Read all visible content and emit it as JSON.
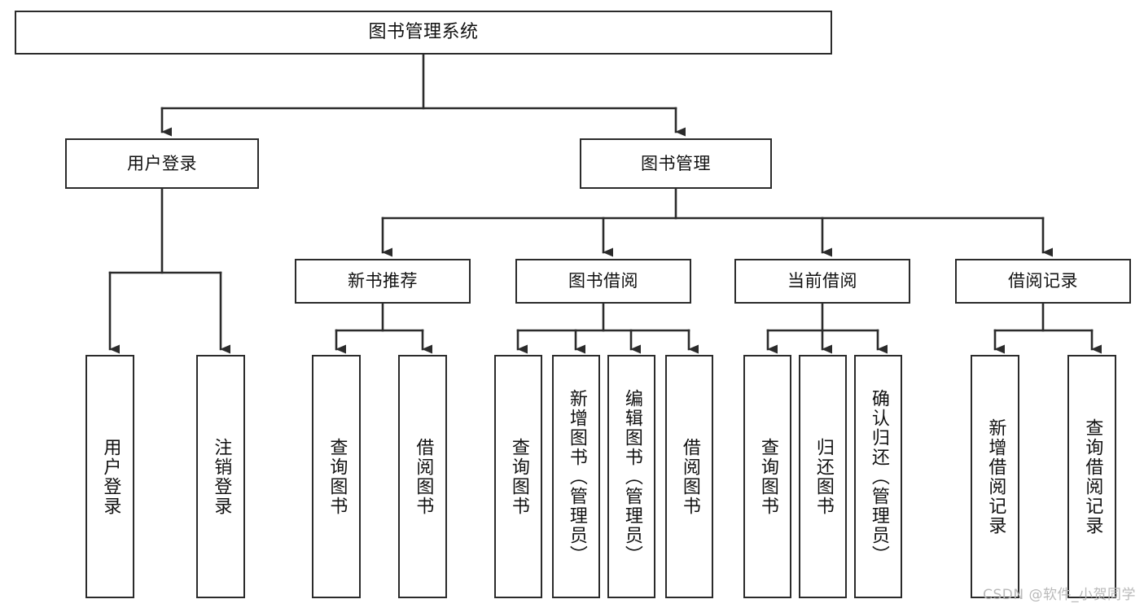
{
  "diagram": {
    "type": "tree",
    "title": "图书管理系统",
    "stroke_color": "#2b2b2b",
    "fill_color": "#ffffff",
    "text_color": "#111111"
  },
  "root": {
    "label": "图书管理系统"
  },
  "level1": [
    {
      "label": "用户登录"
    },
    {
      "label": "图书管理"
    }
  ],
  "level2": [
    {
      "label": "新书推荐"
    },
    {
      "label": "图书借阅"
    },
    {
      "label": "当前借阅"
    },
    {
      "label": "借阅记录"
    }
  ],
  "leaves": {
    "user_login": [
      {
        "label": "用户登录"
      },
      {
        "label": "注销登录"
      }
    ],
    "new_book": [
      {
        "label": "查询图书"
      },
      {
        "label": "借阅图书"
      }
    ],
    "borrow_book": [
      {
        "label": "查询图书"
      },
      {
        "label": "新增图书（管理员）"
      },
      {
        "label": "编辑图书（管理员）"
      },
      {
        "label": "借阅图书"
      }
    ],
    "current_borrow": [
      {
        "label": "查询图书"
      },
      {
        "label": "归还图书"
      },
      {
        "label": "确认归还（管理员）"
      }
    ],
    "borrow_record": [
      {
        "label": "新增借阅记录"
      },
      {
        "label": "查询借阅记录"
      }
    ]
  },
  "watermark": {
    "text": "CSDN @软件_小贺同学"
  }
}
